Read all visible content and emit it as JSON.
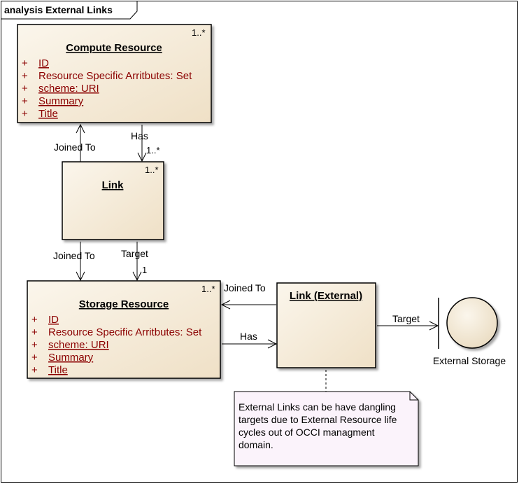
{
  "frame": {
    "title": "analysis External Links"
  },
  "colors": {
    "class_fill": "#f6eddc",
    "note_fill": "#fbf3fb",
    "attr_text": "#8b0000"
  },
  "compute": {
    "title": "Compute Resource",
    "multiplicity": "1..*",
    "attrs": [
      {
        "vis": "+",
        "text": "ID",
        "underline": true
      },
      {
        "vis": "+",
        "text": "Resource Specific Arritbutes:  Set",
        "underline": false
      },
      {
        "vis": "+",
        "text": "scheme:  URI",
        "underline": true
      },
      {
        "vis": "+",
        "text": "Summary",
        "underline": true
      },
      {
        "vis": "+",
        "text": "Title",
        "underline": true
      }
    ]
  },
  "link": {
    "title": "Link",
    "multiplicity": "1..*"
  },
  "storage": {
    "title": "Storage Resource",
    "multiplicity": "1..*",
    "attrs": [
      {
        "vis": "+",
        "text": "ID",
        "underline": true
      },
      {
        "vis": "+",
        "text": "Resource Specific Arritbutes:  Set",
        "underline": false
      },
      {
        "vis": "+",
        "text": "scheme:  URI",
        "underline": true
      },
      {
        "vis": "+",
        "text": "Summary",
        "underline": true
      },
      {
        "vis": "+",
        "text": "Title",
        "underline": true
      }
    ]
  },
  "link_external": {
    "title": "Link (External)"
  },
  "external_storage": {
    "label": "External Storage"
  },
  "edges": {
    "link_compute_joined": "Joined To",
    "compute_link_has": "Has",
    "compute_link_has_mult": "1..*",
    "link_storage_joined": "Joined To",
    "link_storage_target": "Target",
    "link_storage_target_mult": "1",
    "ext_storage_joined": "Joined To",
    "storage_ext_has": "Has",
    "ext_target": "Target"
  },
  "note": {
    "lines": [
      "External Links can be have dangling",
      "targets due to External Resource life",
      "cycles out of OCCI managment",
      "domain."
    ]
  }
}
